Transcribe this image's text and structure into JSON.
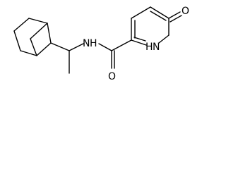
{
  "molecule": {
    "atoms": {
      "amide_n": "N",
      "amide_h": "H",
      "amide_o": "O",
      "ring_o": "O",
      "ring_n": "N",
      "ring_h": "H"
    }
  }
}
